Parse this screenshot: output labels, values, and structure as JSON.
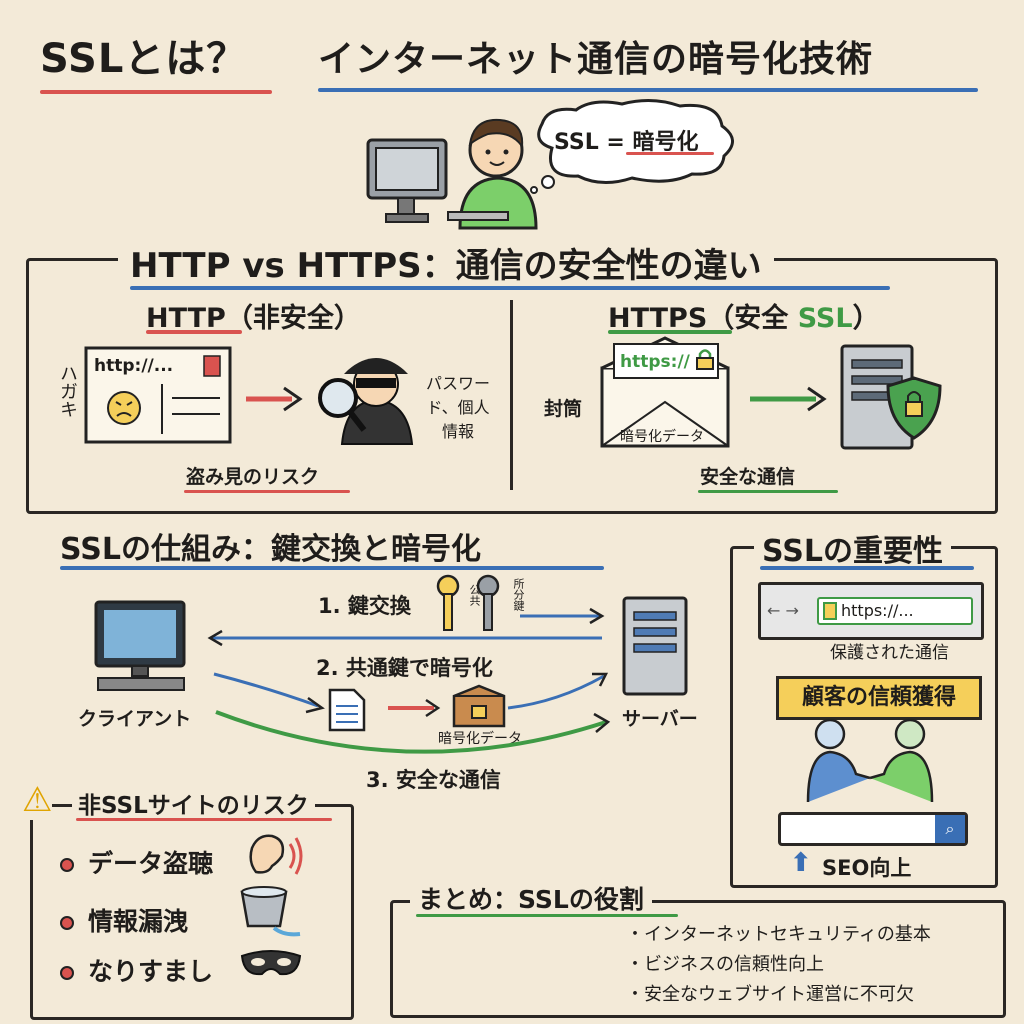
{
  "title": {
    "part1": "SSLとは？",
    "part2": "インターネット通信の暗号化技術"
  },
  "header": {
    "bubble": "SSL = 暗号化"
  },
  "compare": {
    "title": "HTTP vs HTTPS：通信の安全性の違い",
    "http": {
      "heading": "HTTP（非安全）",
      "postcard_label": "ハガキ",
      "postcard_url": "http://...",
      "hacker_target": "パスワード、個人情報",
      "caption": "盗み見のリスク"
    },
    "https": {
      "heading_prefix": "HTTPS（安全 ",
      "heading_ssl": "SSL",
      "heading_suffix": "）",
      "envelope_label": "封筒",
      "envelope_url": "https://",
      "envelope_data": "暗号化データ",
      "caption": "安全な通信"
    }
  },
  "mechanism": {
    "title": "SSLの仕組み：鍵交換と暗号化",
    "step1": "1. 鍵交換",
    "key_public": "公共",
    "key_private": "所分鍵",
    "step2": "2. 共通鍵で暗号化",
    "encrypted": "暗号化データ",
    "step3": "3. 安全な通信",
    "client": "クライアント",
    "server": "サーバー"
  },
  "importance": {
    "title": "SSLの重要性",
    "url": "https://...",
    "protected": "保護された通信",
    "trust": "顧客の信頼獲得",
    "seo": "SEO向上"
  },
  "risks": {
    "title": "非SSLサイトのリスク",
    "items": [
      "データ盗聴",
      "情報漏洩",
      "なりすまし"
    ]
  },
  "summary": {
    "title": "まとめ：SSLの役割",
    "items": [
      "インターネットセキュリティの基本",
      "ビジネスの信頼性向上",
      "安全なウェブサイト運営に不可欠"
    ]
  },
  "colors": {
    "red": "#d9534f",
    "blue": "#3a6fb5",
    "green": "#3f9a45",
    "yellow": "#f5cf5a"
  }
}
